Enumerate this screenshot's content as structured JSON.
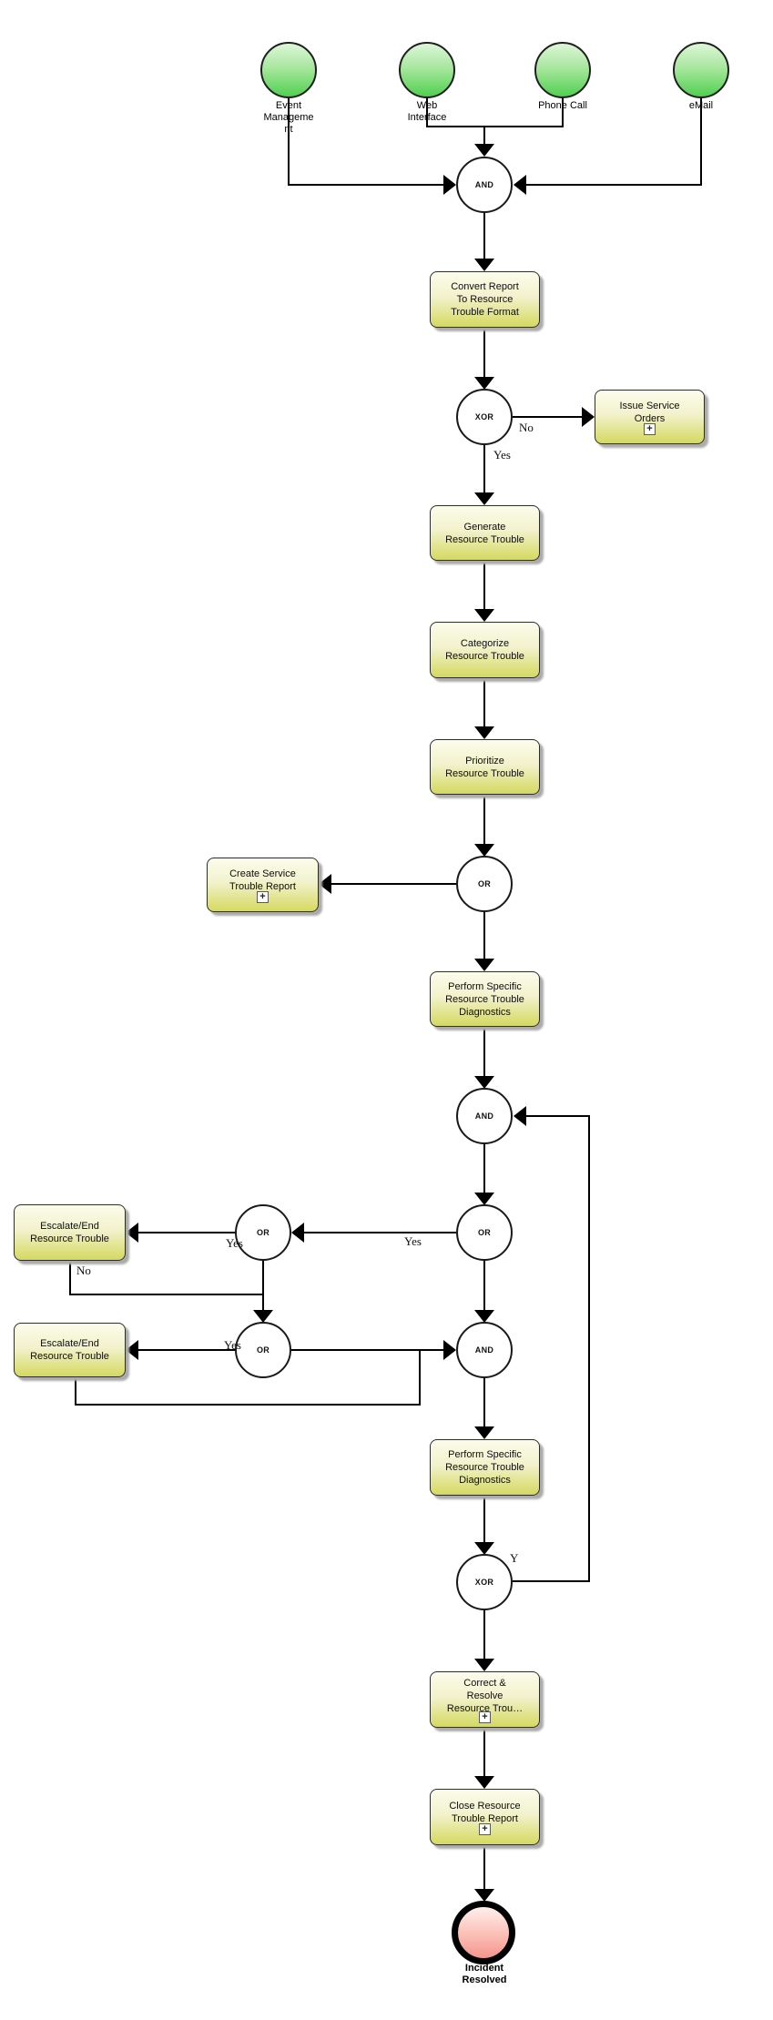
{
  "diagram": {
    "start_events": [
      {
        "label": "Event\nManageme\nnt"
      },
      {
        "label": "Web\nInterface"
      },
      {
        "label": "Phone Call"
      },
      {
        "label": "eMail"
      }
    ],
    "gateways": [
      {
        "label": "AND"
      },
      {
        "label": "XOR"
      },
      {
        "label": "OR"
      },
      {
        "label": "AND"
      },
      {
        "label": "OR"
      },
      {
        "label": "OR"
      },
      {
        "label": "OR"
      },
      {
        "label": "AND"
      },
      {
        "label": "XOR"
      }
    ],
    "tasks": [
      {
        "label": "Convert Report\nTo Resource\nTrouble Format",
        "expandable": false
      },
      {
        "label": "Issue Service\nOrders",
        "expandable": true
      },
      {
        "label": "Generate\nResource Trouble",
        "expandable": false
      },
      {
        "label": "Categorize\nResource Trouble",
        "expandable": false
      },
      {
        "label": "Prioritize\nResource Trouble",
        "expandable": false
      },
      {
        "label": "Create Service\nTrouble Report",
        "expandable": true
      },
      {
        "label": "Perform Specific\nResource Trouble\nDiagnostics",
        "expandable": false
      },
      {
        "label": "Escalate/End\nResource Trouble",
        "expandable": false
      },
      {
        "label": "Escalate/End\nResource Trouble",
        "expandable": false
      },
      {
        "label": "Perform Specific\nResource Trouble\nDiagnostics",
        "expandable": false
      },
      {
        "label": "Correct &\nResolve\nResource Trou…",
        "expandable": true
      },
      {
        "label": "Close Resource\nTrouble Report",
        "expandable": true
      }
    ],
    "edge_labels": [
      {
        "text": "No"
      },
      {
        "text": "Yes"
      },
      {
        "text": "Yes"
      },
      {
        "text": "Yes"
      },
      {
        "text": "No"
      },
      {
        "text": "Yes"
      },
      {
        "text": "Y"
      }
    ],
    "end_event": {
      "label": "Incident\nResolved"
    },
    "icons": {
      "expand_plus": "+"
    },
    "colors": {
      "task_fill_top": "#fcfcec",
      "task_fill_bottom": "#d5d95f",
      "start_fill_top": "#ddf6d8",
      "start_fill_bottom": "#50d050",
      "end_fill_top": "#ffefed",
      "end_fill_bottom": "#f5958c",
      "line": "#000000"
    }
  }
}
